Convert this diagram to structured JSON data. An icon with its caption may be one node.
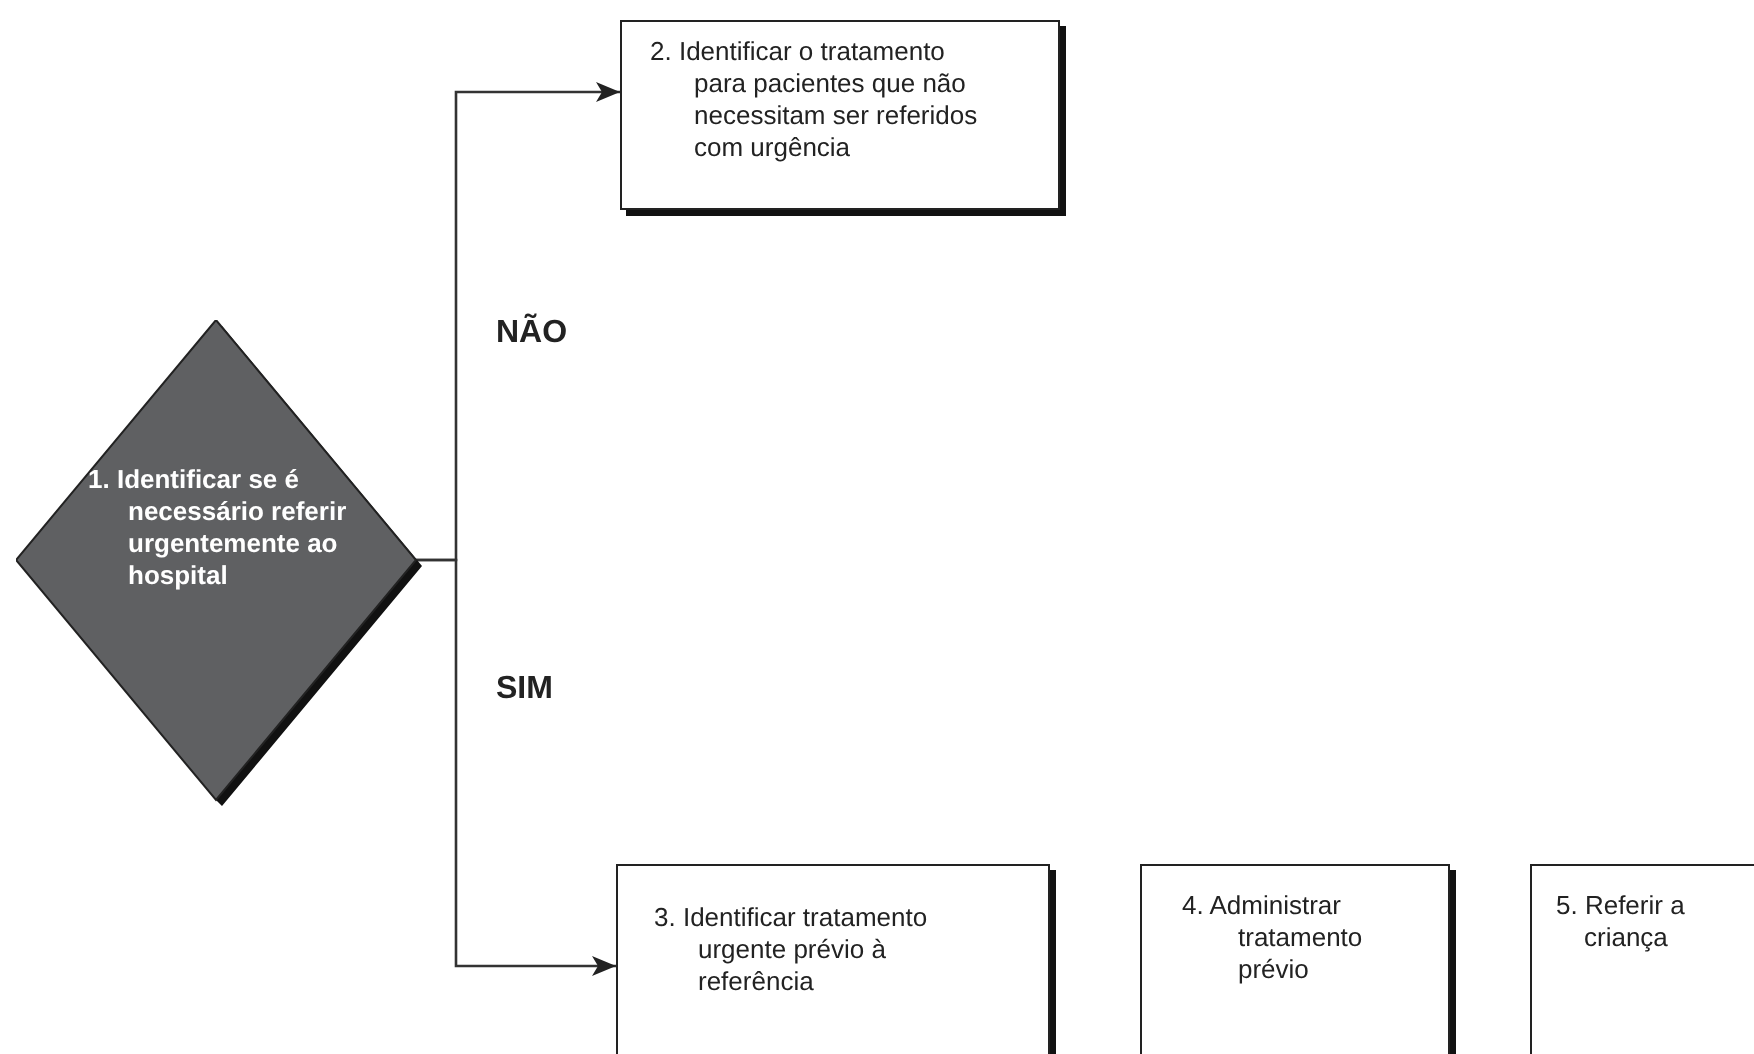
{
  "diagram": {
    "nodes": [
      {
        "text": [
          "1. Identificar se é necessário referir urgentemente ao hospital"
        ]
      },
      {
        "text": [
          "2. Identificar o tratamento para pacientes que não necessitam ser referidos com urgência"
        ]
      },
      {
        "text": [
          "3. Identificar tratamento urgente prévio à referência"
        ]
      },
      {
        "text": [
          "4. Administrar tratamento prévio"
        ]
      },
      {
        "text": [
          "5. Referir a criança"
        ]
      }
    ],
    "edges": [
      {
        "from": 0,
        "to": 1,
        "arrow": "to",
        "label": "NÃO"
      },
      {
        "from": 0,
        "to": 2,
        "arrow": "to",
        "label": "SIM"
      }
    ]
  }
}
